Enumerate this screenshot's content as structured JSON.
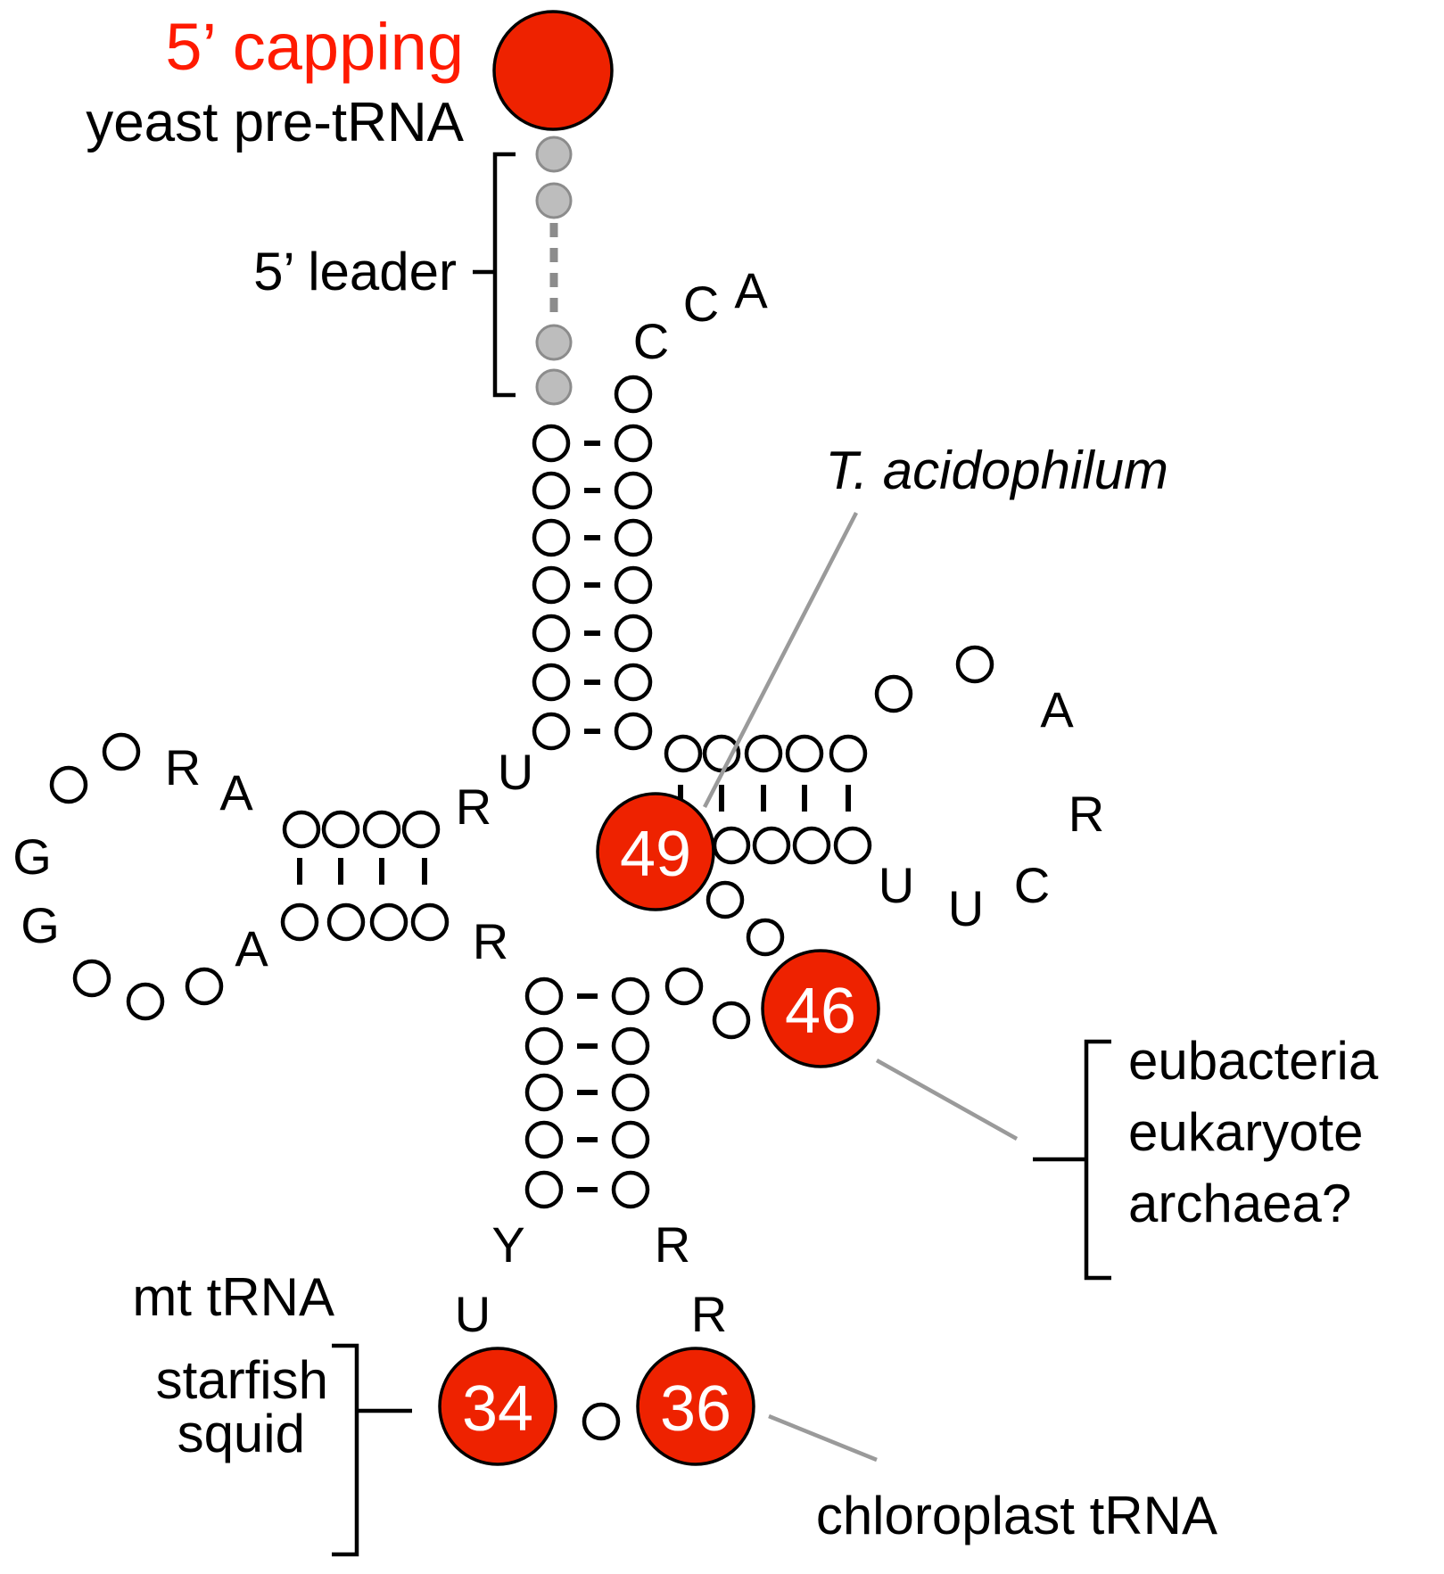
{
  "labels": {
    "capping_title": "5’ capping",
    "capping_subtitle": "yeast pre-tRNA",
    "leader": "5’ leader",
    "species_ta": "T. acidophilum",
    "groups_a": [
      "eubacteria",
      "eukaryote",
      "archaea?"
    ],
    "mt": "mt tRNA",
    "groups_b": [
      "starfish",
      "squid"
    ],
    "chloroplast": "chloroplast tRNA"
  },
  "positions": {
    "p49": "49",
    "p46": "46",
    "p34": "34",
    "p36": "36"
  },
  "nucleotides": {
    "acceptor_end": [
      "C",
      "C",
      "A"
    ],
    "d_arm_junction": [
      "R",
      "U"
    ],
    "d_loop_left": [
      "R",
      "A"
    ],
    "d_loop_gg": [
      "G",
      "G"
    ],
    "d_loop_a": "A",
    "d_bottom_r": "R",
    "t_loop_a": "A",
    "t_loop_r": "R",
    "t_loop_uuc": [
      "U",
      "U",
      "C"
    ],
    "anticodon_5p": [
      "Y",
      "U"
    ],
    "anticodon_3p": [
      "R",
      "R"
    ]
  },
  "colors": {
    "highlight": "#ee2200",
    "title_red": "#ff1a00",
    "leader_gray": "#bdbdbd",
    "leader_stroke": "#8c8c8c",
    "line_gray": "#9a9a9a",
    "ink": "#000000"
  }
}
